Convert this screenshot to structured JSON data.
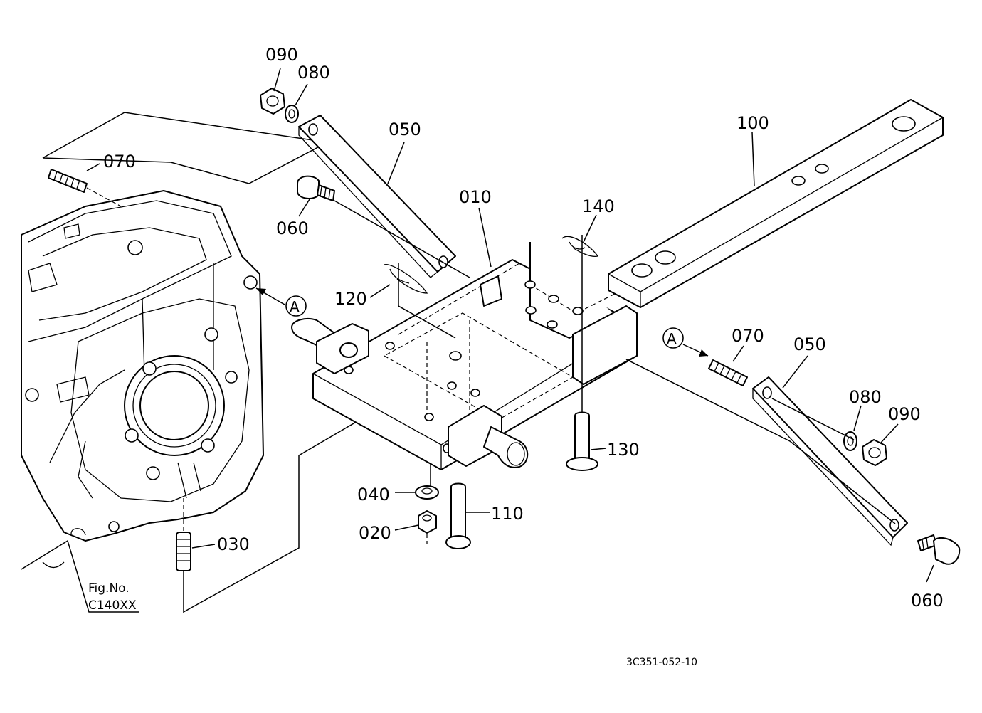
{
  "labels": {
    "p090_top": "090",
    "p080_top": "080",
    "p050_top": "050",
    "p070_left": "070",
    "p060_top": "060",
    "p010": "010",
    "p100": "100",
    "p140": "140",
    "p120": "120",
    "callout_left": "A",
    "callout_right": "A",
    "p070_right": "070",
    "p050_right": "050",
    "p080_right": "080",
    "p090_right": "090",
    "p130": "130",
    "p040": "040",
    "p110": "110",
    "p020": "020",
    "p030": "030",
    "p060_bottom": "060"
  },
  "figure_ref": {
    "line1": "Fig.No.",
    "line2": "C140XX"
  },
  "drawing_code": "3C351-052-10"
}
